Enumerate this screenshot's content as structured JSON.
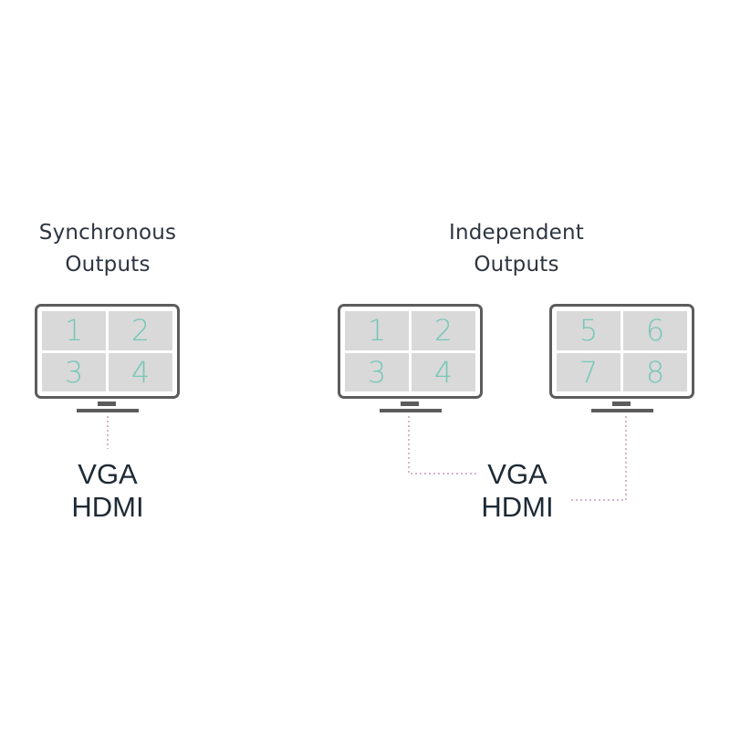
{
  "synchronous": {
    "title_line1": "Synchronous",
    "title_line2": "Outputs",
    "monitor": {
      "cells": [
        "1",
        "2",
        "3",
        "4"
      ]
    },
    "ports": {
      "line1": "VGA",
      "line2": "HDMI"
    }
  },
  "independent": {
    "title_line1": "Independent",
    "title_line2": "Outputs",
    "monitor_left": {
      "cells": [
        "1",
        "2",
        "3",
        "4"
      ]
    },
    "monitor_right": {
      "cells": [
        "5",
        "6",
        "7",
        "8"
      ]
    },
    "ports": {
      "line1": "VGA",
      "line2": "HDMI"
    }
  },
  "colors": {
    "cell_number": "#76c7b6",
    "cell_fill": "#d9d9d9",
    "monitor_frame": "#5c5c5c",
    "heading_text": "#2d3540",
    "connector_line": "#d9b3c9"
  }
}
